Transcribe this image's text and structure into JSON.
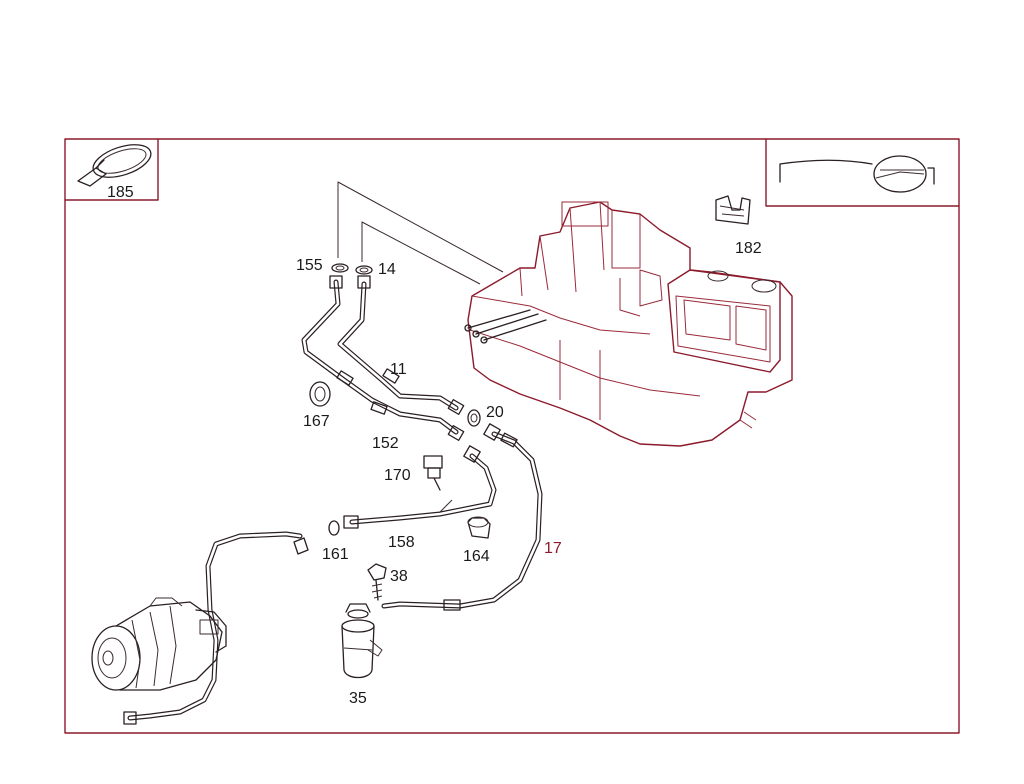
{
  "part_labels": {
    "p185": "185",
    "p182": "182",
    "p155": "155",
    "p14": "14",
    "p11": "11",
    "p167": "167",
    "p152": "152",
    "p20": "20",
    "p170": "170",
    "p158": "158",
    "p161": "161",
    "p164": "164",
    "p17": "17",
    "p38": "38",
    "p35": "35"
  },
  "colors": {
    "frame": "#8b1a2b",
    "linework": "#2a1f22",
    "background": "#ffffff"
  }
}
